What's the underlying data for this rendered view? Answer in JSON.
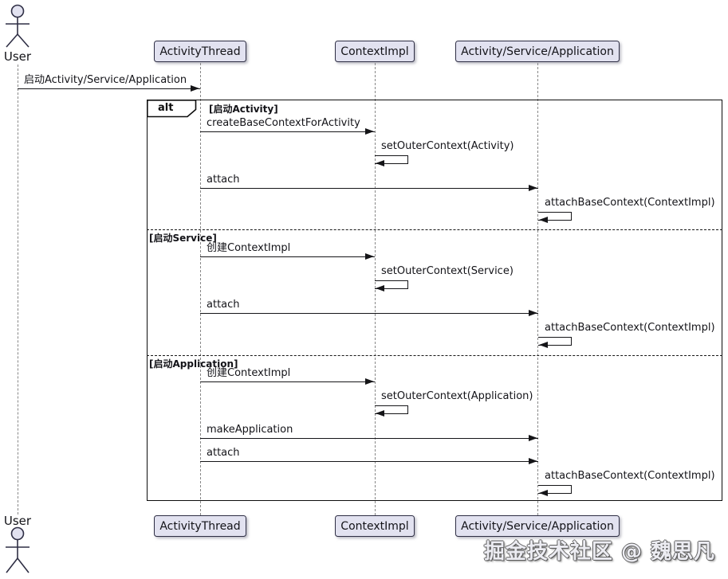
{
  "diagram": {
    "actor_top_label": "User",
    "actor_bottom_label": "User",
    "participants": [
      "ActivityThread",
      "ContextImpl",
      "Activity/Service/Application"
    ],
    "first_message": "启动Activity/Service/Application",
    "alt": {
      "operator": "alt",
      "sections": [
        {
          "guard": "[启动Activity]",
          "messages": [
            "createBaseContextForActivity",
            "setOuterContext(Activity)",
            "attach",
            "attachBaseContext(ContextImpl)"
          ]
        },
        {
          "guard": "[启动Service]",
          "messages": [
            "创建ContextImpl",
            "setOuterContext(Service)",
            "attach",
            "attachBaseContext(ContextImpl)"
          ]
        },
        {
          "guard": "[启动Application]",
          "messages": [
            "创建ContextImpl",
            "setOuterContext(Application)",
            "makeApplication",
            "attach",
            "attachBaseContext(ContextImpl)"
          ]
        }
      ]
    },
    "watermark": "掘金技术社区 @ 魏思凡",
    "colors": {
      "background": "#FFFFFF",
      "participant_fill": "#E2E2F0",
      "participant_border": "#2F2F45",
      "message_line": "#151518",
      "lifeline": "#888888"
    }
  }
}
